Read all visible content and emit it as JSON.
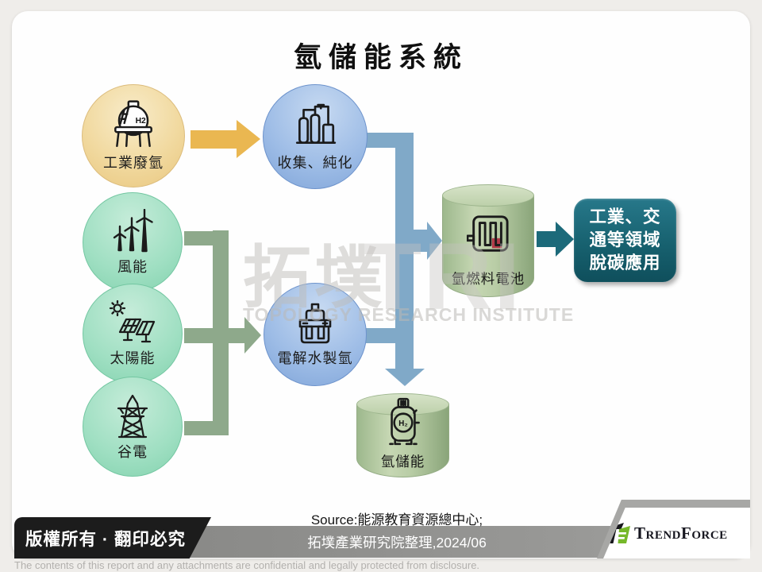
{
  "title": "氫儲能系統",
  "watermark": {
    "cjk": "拓墣",
    "latin": "TRI",
    "subtitle": "TOPOLOGY RESEARCH INSTITUTE"
  },
  "nodes": {
    "industrial": {
      "label": "工業廢氫",
      "icon": "h2-tank-icon"
    },
    "collect": {
      "label": "收集、純化",
      "icon": "purification-plant-icon"
    },
    "wind": {
      "label": "風能",
      "icon": "wind-turbine-icon"
    },
    "solar": {
      "label": "太陽能",
      "icon": "solar-panel-icon"
    },
    "valley": {
      "label": "谷電",
      "icon": "power-tower-icon"
    },
    "electrolysis": {
      "label": "電解水製氫",
      "icon": "electrolyzer-icon"
    },
    "fuelcell": {
      "label": "氫燃料電池",
      "icon": "fuel-cell-icon"
    },
    "storage": {
      "label": "氫儲能",
      "icon": "h2-cylinder-icon"
    },
    "application": {
      "line1": "工業、交",
      "line2": "通等領域",
      "line3": "脫碳應用"
    }
  },
  "icon_text": {
    "tank": "H2",
    "bottle": "H₂"
  },
  "colors": {
    "arrow_yellow": "#eab751",
    "arrow_green": "#8ea98b",
    "arrow_blue": "#80a9c8",
    "arrow_teal": "#1c6a7a",
    "app_box_teal": "#17616f"
  },
  "footer": {
    "copyright": "版權所有 · 翻印必究",
    "source_line1": "Source:能源教育資源總中心;",
    "source_line2": "拓墣產業研究院整理,2024/06",
    "brand": "TrendForce",
    "disclaimer": "The contents of this report and any attachments are confidential and legally protected from disclosure."
  }
}
